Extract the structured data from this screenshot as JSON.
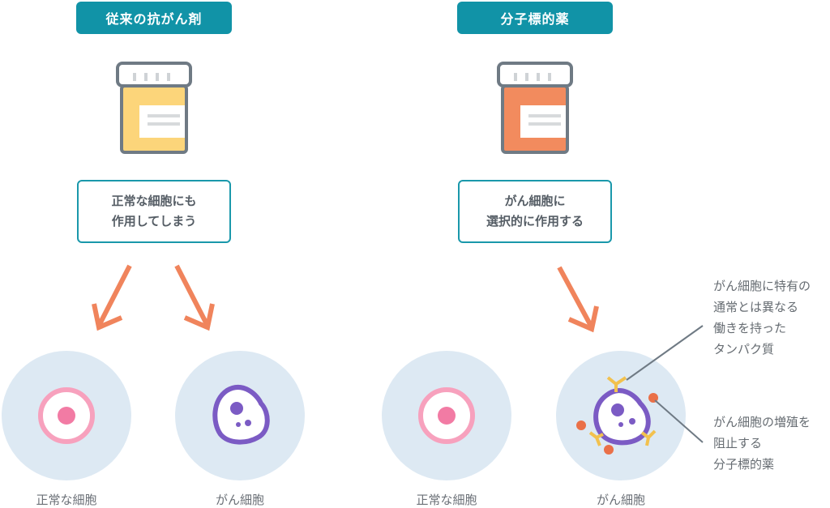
{
  "left": {
    "title": "従来の抗がん剤",
    "note": [
      "正常な細胞にも",
      "作用してしまう"
    ],
    "jar_color": "#fcd57a",
    "cells": [
      "正常な細胞",
      "がん細胞"
    ]
  },
  "right": {
    "title": "分子標的薬",
    "note": [
      "がん細胞に",
      "選択的に作用する"
    ],
    "jar_color": "#f28b5e",
    "cells": [
      "正常な細胞",
      "がん細胞"
    ]
  },
  "callouts": {
    "protein": [
      "がん細胞に特有の",
      "通常とは異なる",
      "働きを持った",
      "タンパク質"
    ],
    "drug": [
      "がん細胞の増殖を",
      "阻止する",
      "分子標的薬"
    ]
  },
  "colors": {
    "teal": "#1193a7",
    "arrow": "#f0845c",
    "cell_bg": "#dde9f3",
    "normal_cell": "#f7a1bd",
    "cancer_cell": "#7b5bc4",
    "protein": "#f2c14e",
    "drug_dot": "#ea7048"
  }
}
